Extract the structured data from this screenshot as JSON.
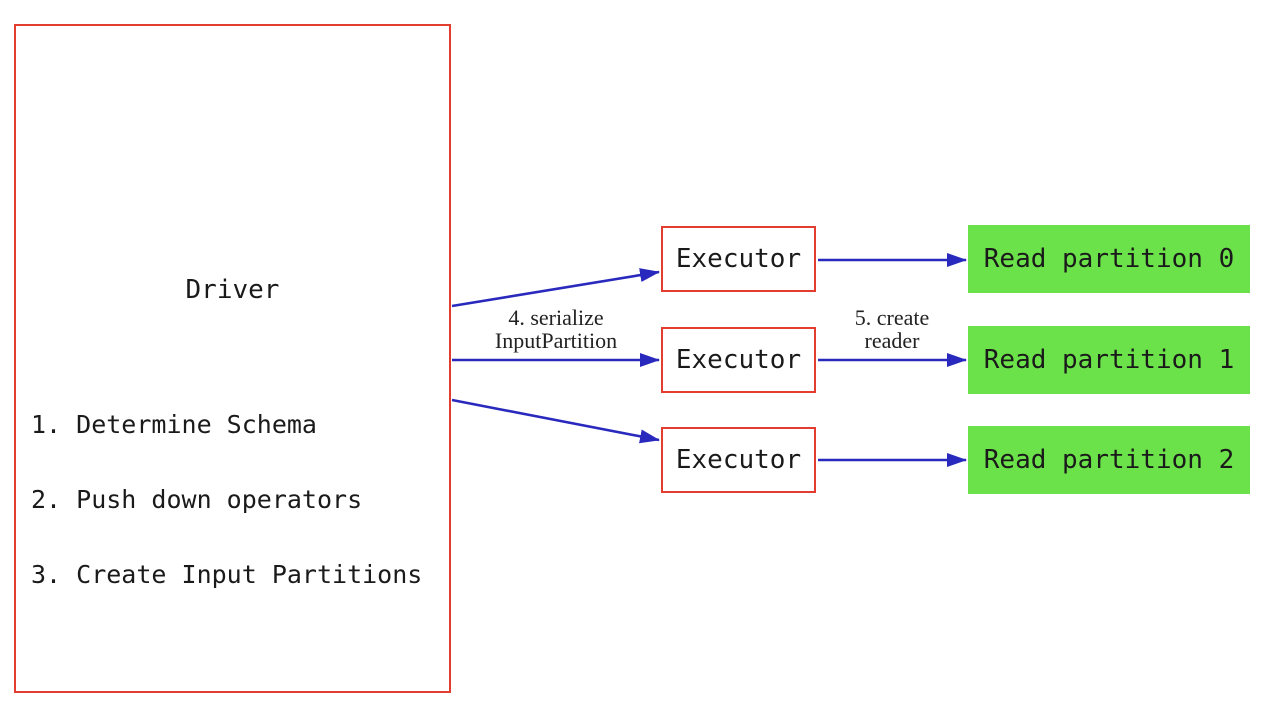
{
  "colors": {
    "box_border": "#e23d2e",
    "arrow": "#2929bd",
    "partition_fill": "#6ce24a"
  },
  "diagram": {
    "driver": {
      "title": "Driver",
      "steps": [
        "1. Determine Schema",
        "2. Push down operators",
        "3. Create Input Partitions"
      ]
    },
    "executors": [
      {
        "label": "Executor"
      },
      {
        "label": "Executor"
      },
      {
        "label": "Executor"
      }
    ],
    "partitions": [
      {
        "label": "Read partition 0"
      },
      {
        "label": "Read partition 1"
      },
      {
        "label": "Read partition 2"
      }
    ],
    "edge_labels": {
      "serialize": {
        "line1": "4. serialize",
        "line2": "InputPartition"
      },
      "create_reader": {
        "line1": "5. create",
        "line2": "reader"
      }
    }
  }
}
